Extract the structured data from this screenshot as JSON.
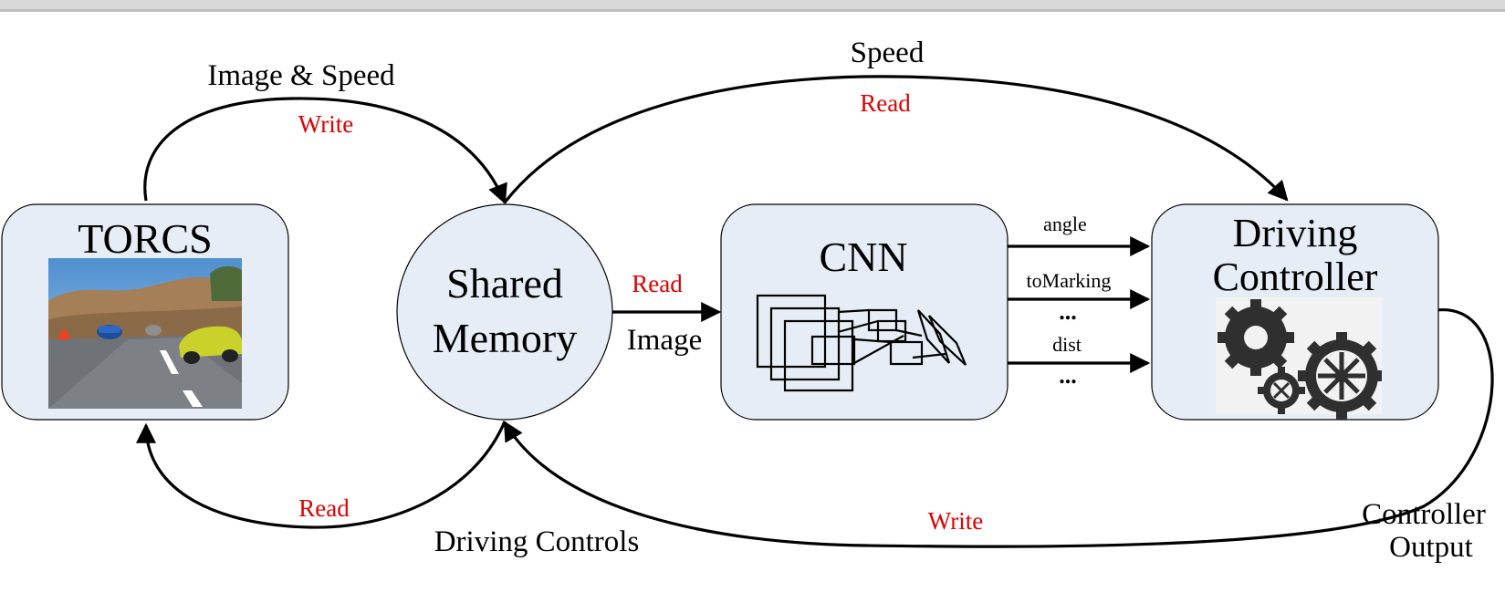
{
  "colors": {
    "node_fill": "#e7edf6",
    "red_text": "#e00000",
    "line": "#000000",
    "top_bar": "#cfcfcf"
  },
  "nodes": {
    "torcs": {
      "title": "TORCS",
      "image_icon": "racing-game-screenshot"
    },
    "shared_memory": {
      "title_line1": "Shared",
      "title_line2": "Memory"
    },
    "cnn": {
      "title": "CNN",
      "image_icon": "cnn-layers-sketch"
    },
    "driving_controller": {
      "title_line1": "Driving",
      "title_line2": "Controller",
      "image_icon": "gears-sketch"
    }
  },
  "edges": {
    "torcs_to_memory": {
      "label": "Image & Speed",
      "action": "Write"
    },
    "memory_to_controller_speed": {
      "label": "Speed",
      "action": "Read"
    },
    "memory_to_cnn": {
      "label": "Image",
      "action": "Read"
    },
    "memory_to_torcs": {
      "label": "Driving Controls",
      "action": "Read"
    },
    "controller_to_memory": {
      "label_line1": "Controller",
      "label_line2": "Output",
      "action": "Write"
    },
    "cnn_outputs": {
      "angle": "angle",
      "to_marking": "toMarking",
      "ellipsis_1": "...",
      "dist": "dist",
      "ellipsis_2": "..."
    }
  }
}
